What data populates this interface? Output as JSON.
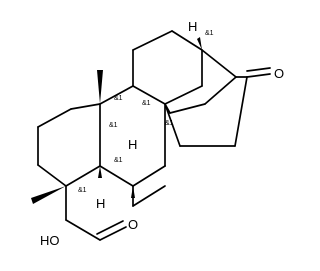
{
  "molecule": {
    "atom_labels": {
      "oxygen_ketone": "O",
      "carboxylic_acid": "HO",
      "carboxyl_oxygen": "O",
      "hydrogen": "H"
    },
    "stereo_label": "&1",
    "colors": {
      "ink": "#000000",
      "background": "#ffffff"
    }
  }
}
